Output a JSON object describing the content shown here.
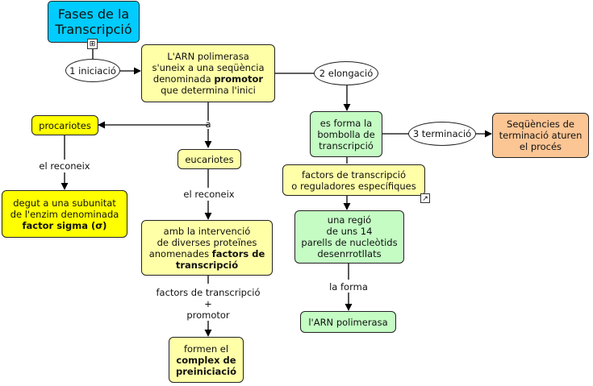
{
  "diagram": {
    "title": "Fases de la\nTranscripció",
    "nodes": {
      "arn_pol_intro": {
        "pre": "L'ARN polimerasa\ns'uneix a una seqüència\ndenominada ",
        "bold": "promotor",
        "post": "\nque determina l'inici"
      },
      "procariotes": "procariotes",
      "eucariotes": "eucariotes",
      "sigma": {
        "pre": "degut a una subunitat\nde l'enzim denominada\n",
        "bold": "factor sigma (σ)"
      },
      "intervencio": {
        "pre": "amb la intervenció\nde diverses proteïnes\nanomenades ",
        "bold": "factors de\ntranscripció"
      },
      "complex": {
        "pre": "formen el\n",
        "bold": "complex de\npreiniciació"
      },
      "bombolla": "es forma la\nbombolla de\ntranscripció",
      "factors_reg": "factors de transcripció\no reguladores específiques",
      "regio": "una regió\nde uns 14\nparells de nucleòtids\ndesenrrotllats",
      "arn_pol": "l'ARN polimerasa",
      "sequencies": "Seqüències de\nterminació aturen\nel procés"
    },
    "labels": {
      "iniciacio": "1 iniciació",
      "elongacio": "2 elongació",
      "terminacio": "3 terminació",
      "a": "a",
      "reconeix_1": "el reconeix",
      "reconeix_2": "el reconeix",
      "factors_promotor": "factors de transcripció\n+\npromotor",
      "la_forma": "la forma"
    },
    "icons": {
      "map": "concept-map-icon",
      "link": "external-link-icon"
    },
    "colors": {
      "title": "#00ccff",
      "pale_yellow": "#ffffa8",
      "bright_yellow": "#ffff00",
      "green": "#c4fcc4",
      "orange": "#fcc594"
    }
  }
}
